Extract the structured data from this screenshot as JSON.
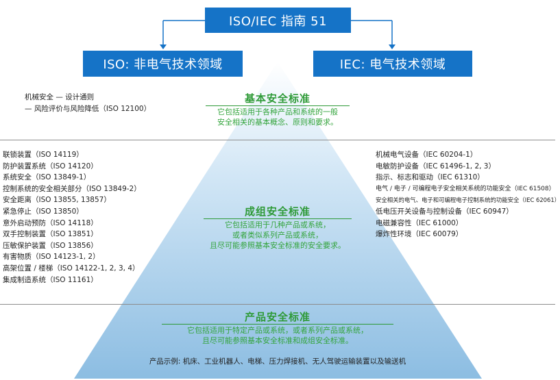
{
  "top_box": "ISO/IEC 指南 51",
  "iso_box": "ISO: 非电气技术领域",
  "iec_box": "IEC: 电气技术领域",
  "basic": {
    "title": "基本安全标准",
    "desc": [
      "它包括适用于各种产品和系统的一般",
      "安全相关的基本概念、原则和要求。"
    ],
    "left_items": [
      "机械安全 — 设计通则",
      "— 风险评价与风险降低（ISO 12100）"
    ]
  },
  "group": {
    "title": "成组安全标准",
    "desc": [
      "它包括适用于几种产品或系统，",
      "或者类似系列产品或系统，",
      "且尽可能参照基本安全标准的安全要求。"
    ],
    "left_items": [
      "联锁装置（ISO 14119）",
      "防护装置系统（ISO 14120）",
      "系统安全（ISO 13849-1）",
      "控制系统的安全相关部分（ISO 13849-2）",
      "安全距离（ISO 13855, 13857）",
      "紧急停止（ISO 13850）",
      "意外启动预防（ISO 14118）",
      "双手控制装置（ISO 13851）",
      "压敏保护装置（ISO 13856）",
      "有害物质（ISO 14123-1, 2）",
      "高架位置 / 楼梯（ISO 14122-1, 2, 3, 4）",
      "集成制造系统（ISO 11161）"
    ],
    "right_items": [
      "机械电气设备（IEC 60204-1）",
      "电敏防护设备（IEC 61496-1, 2, 3）",
      "指示、标志和驱动（IEC 61310）",
      "电气 / 电子 / 可编程电子安全相关系统的功能安全（IEC 61508）",
      "安全相关的电气、电子和可编程电子控制系统的功能安全（IEC 62061）",
      "低电压开关设备与控制设备（IEC 60947）",
      "电磁兼容性（IEC 61000）",
      "爆炸性环境（IEC 60079）"
    ]
  },
  "product": {
    "title": "产品安全标准",
    "desc": [
      "它包括适用于特定产品或系统，或者系列产品或系统，",
      "且尽可能参照基本安全标准和成组安全标准。"
    ],
    "example": "产品示例: 机床、工业机器人、电梯、压力焊接机、无人驾驶运输装置以及输送机"
  },
  "colors": {
    "box_blue": "#1573c7",
    "title_green": "#2e9a37",
    "pyramid_top": "#ffffff",
    "pyramid_bottom": "#8fbfe3"
  }
}
